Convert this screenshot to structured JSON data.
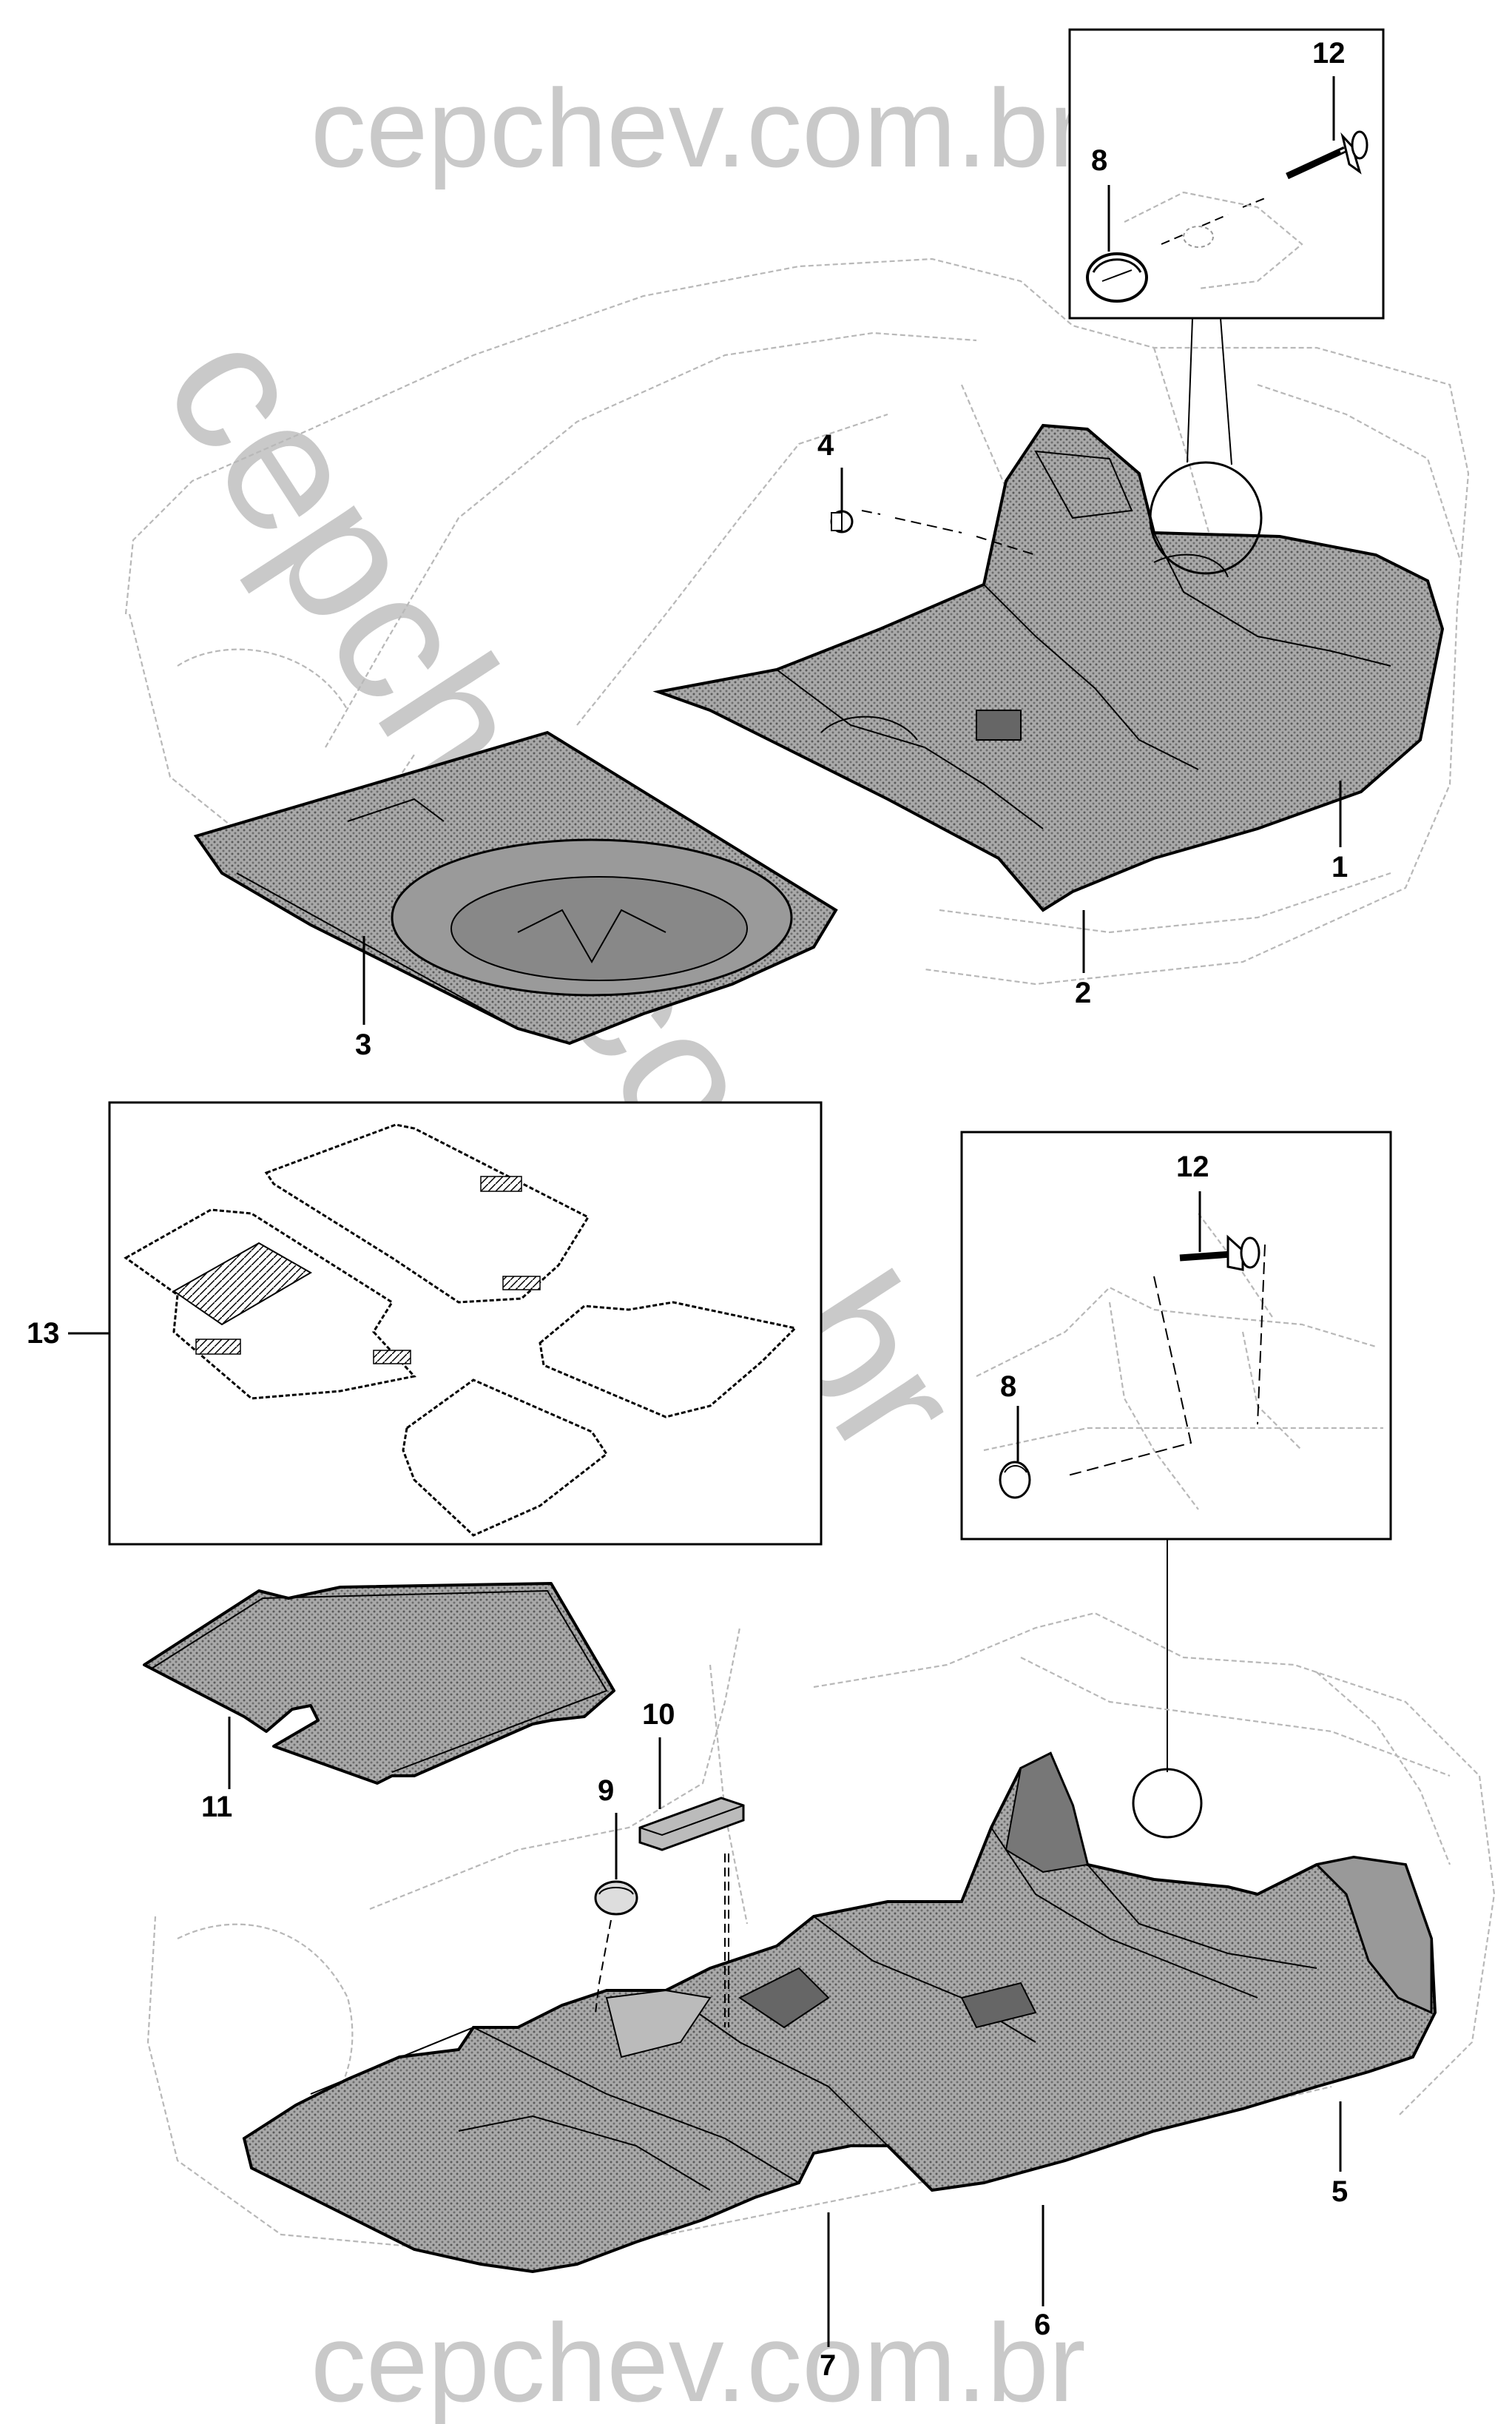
{
  "watermark": {
    "top": "cepchev.com.br",
    "bottom": "cepchev.com.br",
    "diagonal": "cepchev.com.br"
  },
  "callouts": {
    "c1": "1",
    "c2": "2",
    "c3": "3",
    "c4": "4",
    "c5": "5",
    "c6": "6",
    "c7": "7",
    "c8_top": "8",
    "c8_bottom": "8",
    "c9": "9",
    "c10": "10",
    "c11": "11",
    "c12_top": "12",
    "c12_bottom": "12",
    "c13": "13"
  },
  "colors": {
    "ink": "#000000",
    "ghost_body": "#b8b8b8",
    "watermark": "#c9c9c9",
    "part_fill": "#8c8c8c"
  }
}
